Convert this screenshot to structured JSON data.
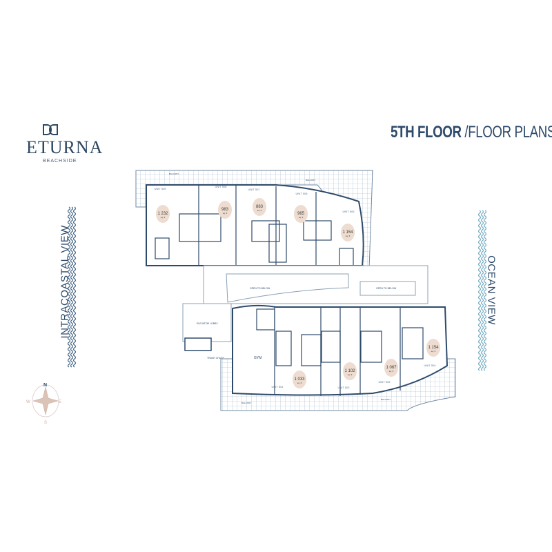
{
  "brand": {
    "name": "ETURNA",
    "subtitle": "BEACHSIDE",
    "logo_icon": "double-d-monogram-icon"
  },
  "title": {
    "bold": "5TH FLOOR",
    "rest": "/FLOOR PLANS"
  },
  "views": {
    "left": "INTRACOASTAL VIEW",
    "right": "OCEAN VIEW"
  },
  "compass": {
    "n": "N",
    "s": "S",
    "e": "E",
    "w": "W"
  },
  "colors": {
    "primary": "#2e4a6a",
    "area_badge": "#eddccf",
    "wave_left": "#3d5f80",
    "wave_right": "#6fa8c0"
  },
  "units": [
    {
      "unit": "UNIT 509",
      "area": "1 232",
      "area_unit": "sq. ft"
    },
    {
      "unit": "UNIT 508",
      "area": "983",
      "area_unit": "sq. ft"
    },
    {
      "unit": "UNIT 507",
      "area": "883",
      "area_unit": "sq. ft"
    },
    {
      "unit": "UNIT 506",
      "area": "965",
      "area_unit": "sq. ft"
    },
    {
      "unit": "UNIT 505",
      "area": "1 154",
      "area_unit": "sq. ft"
    },
    {
      "unit": "UNIT 501",
      "area": "1 033",
      "area_unit": "sq. ft"
    },
    {
      "unit": "UNIT 502",
      "area": "1 102",
      "area_unit": "sq. ft"
    },
    {
      "unit": "UNIT 503",
      "area": "1 067",
      "area_unit": "sq. ft"
    },
    {
      "unit": "UNIT 504",
      "area": "1 154",
      "area_unit": "sq. ft"
    }
  ],
  "labels": {
    "balcony": "BALCONY",
    "open_to_below": "OPEN TO BELOW",
    "elevator_lobby": "ELEVATOR LOBBY",
    "gym": "GYM",
    "trash_chute": "TRASH CHUTE"
  }
}
